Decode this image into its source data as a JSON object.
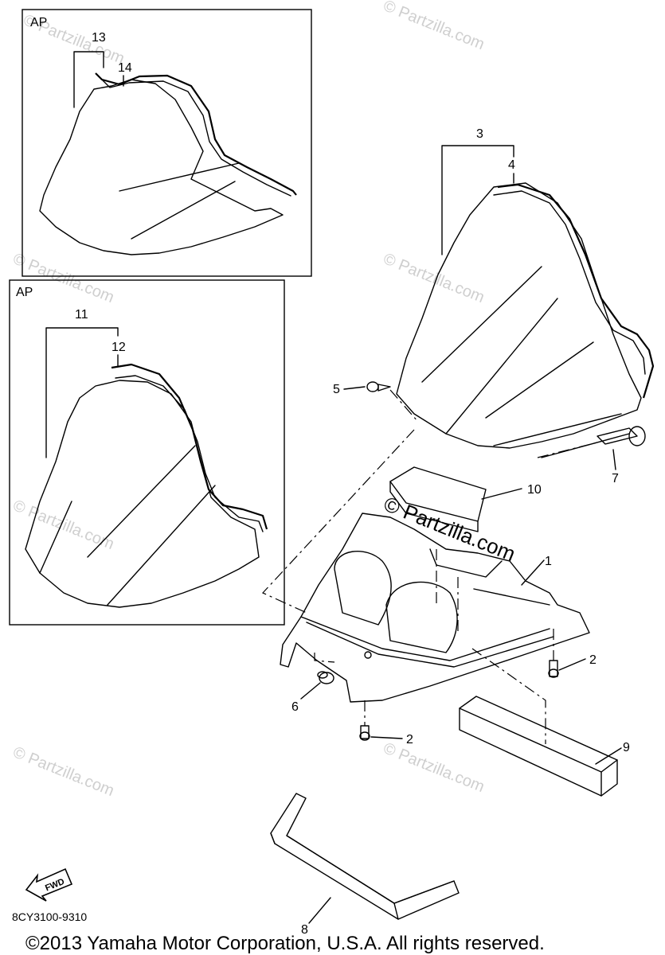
{
  "inset_top": {
    "tag": "AP",
    "callouts": [
      "13",
      "14"
    ]
  },
  "inset_bottom": {
    "tag": "AP",
    "callouts": [
      "11",
      "12"
    ]
  },
  "callouts": {
    "c1": "1",
    "c2a": "2",
    "c2b": "2",
    "c3": "3",
    "c4": "4",
    "c5": "5",
    "c6": "6",
    "c7": "7",
    "c8": "8",
    "c9": "9",
    "c10": "10"
  },
  "watermarks": {
    "small": "© Partzilla.com",
    "large": "© Partzilla.com"
  },
  "fwd_label": "FWD",
  "diagram_code": "8CY3100-9310",
  "footer": "©2013 Yamaha Motor Corporation, U.S.A. All rights reserved."
}
